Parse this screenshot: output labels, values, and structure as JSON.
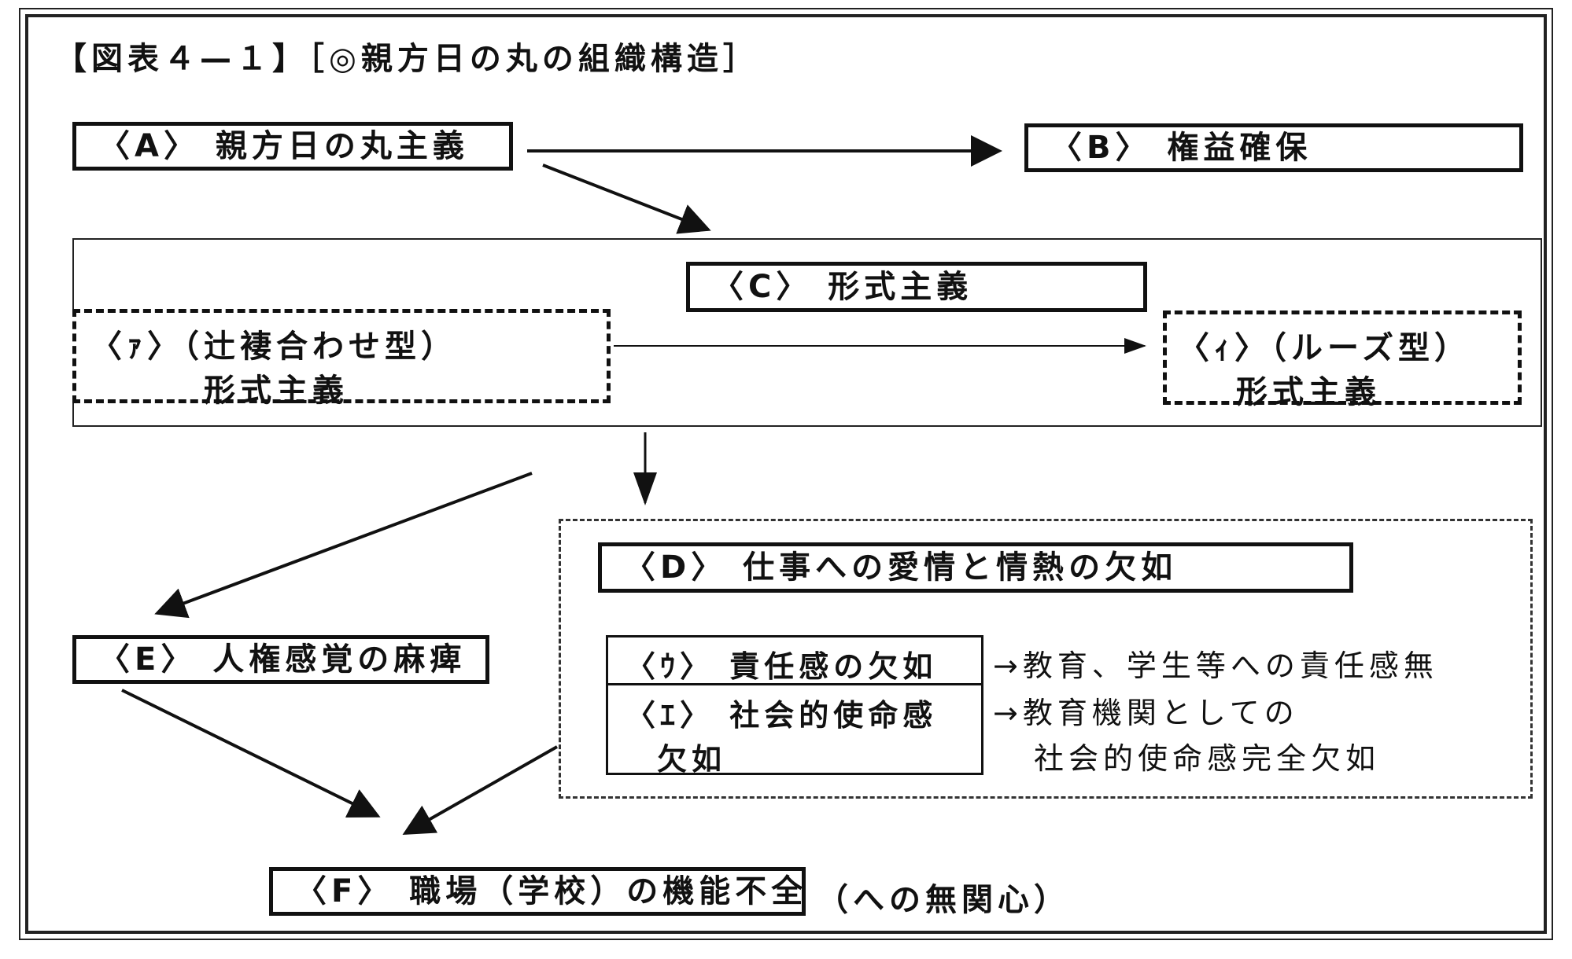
{
  "title": "【図表４—１】［◎親方日の丸の組織構造］",
  "nodes": {
    "a": "〈A〉 親方日の丸主義",
    "b": "〈B〉 権益確保",
    "c": "〈C〉 形式主義",
    "ta": {
      "line1": "〈ｧ〉（辻褄合わせ型）",
      "line2": "形式主義"
    },
    "ti": {
      "line1": "〈ｨ〉（ルーズ型）",
      "line2": "形式主義"
    },
    "d": "〈D〉 仕事への愛情と情熱の欠如",
    "e": "〈E〉 人権感覚の麻痺",
    "u": "〈ｳ〉 責任感の欠如",
    "eh": {
      "line1": "〈ｴ〉 社会的使命感",
      "line2": "欠如"
    },
    "f": "〈F〉 職場（学校）の機能不全",
    "f_note": "（への無関心）"
  },
  "notes": {
    "u_note": "→教育、学生等への責任感無",
    "eh_note1": "→教育機関としての",
    "eh_note2": "社会的使命感完全欠如"
  }
}
